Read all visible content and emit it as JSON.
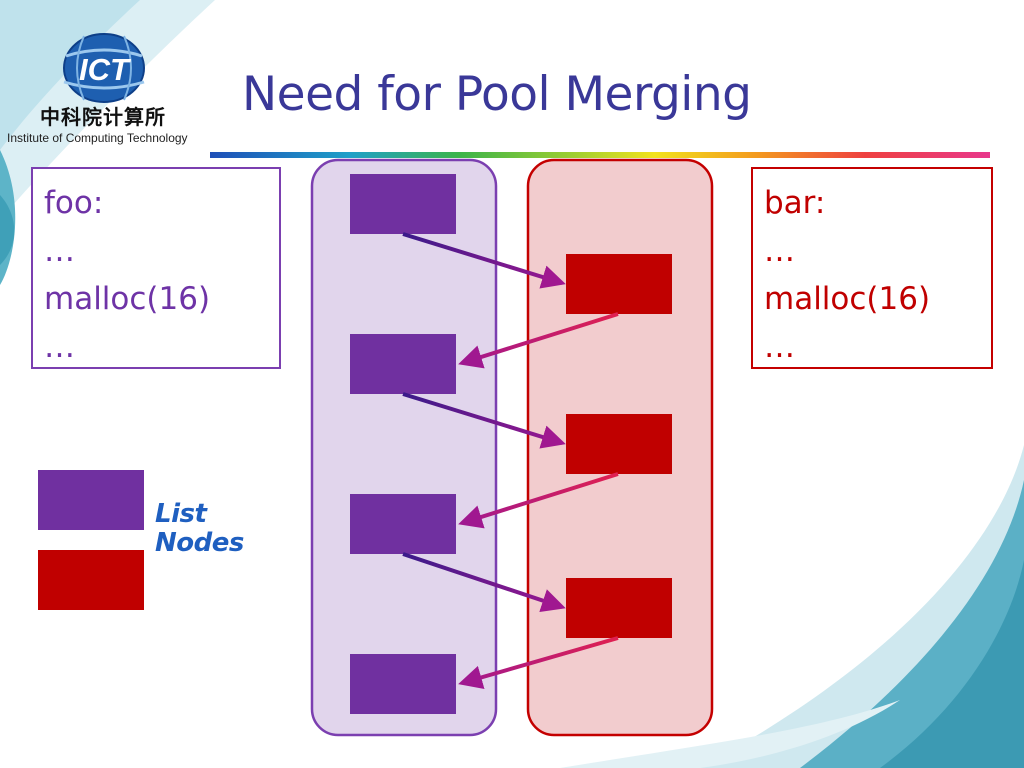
{
  "header": {
    "logo_mark": "ICT",
    "logo_chinese": "中科院计算所",
    "logo_english": "Institute of Computing Technology",
    "title": "Need for Pool Merging"
  },
  "code_left": {
    "lines": [
      "foo:",
      "…",
      "malloc(16)",
      "…"
    ]
  },
  "code_right": {
    "lines": [
      "bar:",
      "…",
      "malloc(16)",
      "…"
    ]
  },
  "legend": {
    "line1": "List",
    "line2": "Nodes"
  },
  "colors": {
    "title": "#3A3898",
    "purple_node": "#7030A0",
    "red_node": "#C00000",
    "purple_pool_fill": "#E1D5EC",
    "red_pool_fill": "#F2CCCE",
    "legend_text": "#1F5FC0"
  }
}
